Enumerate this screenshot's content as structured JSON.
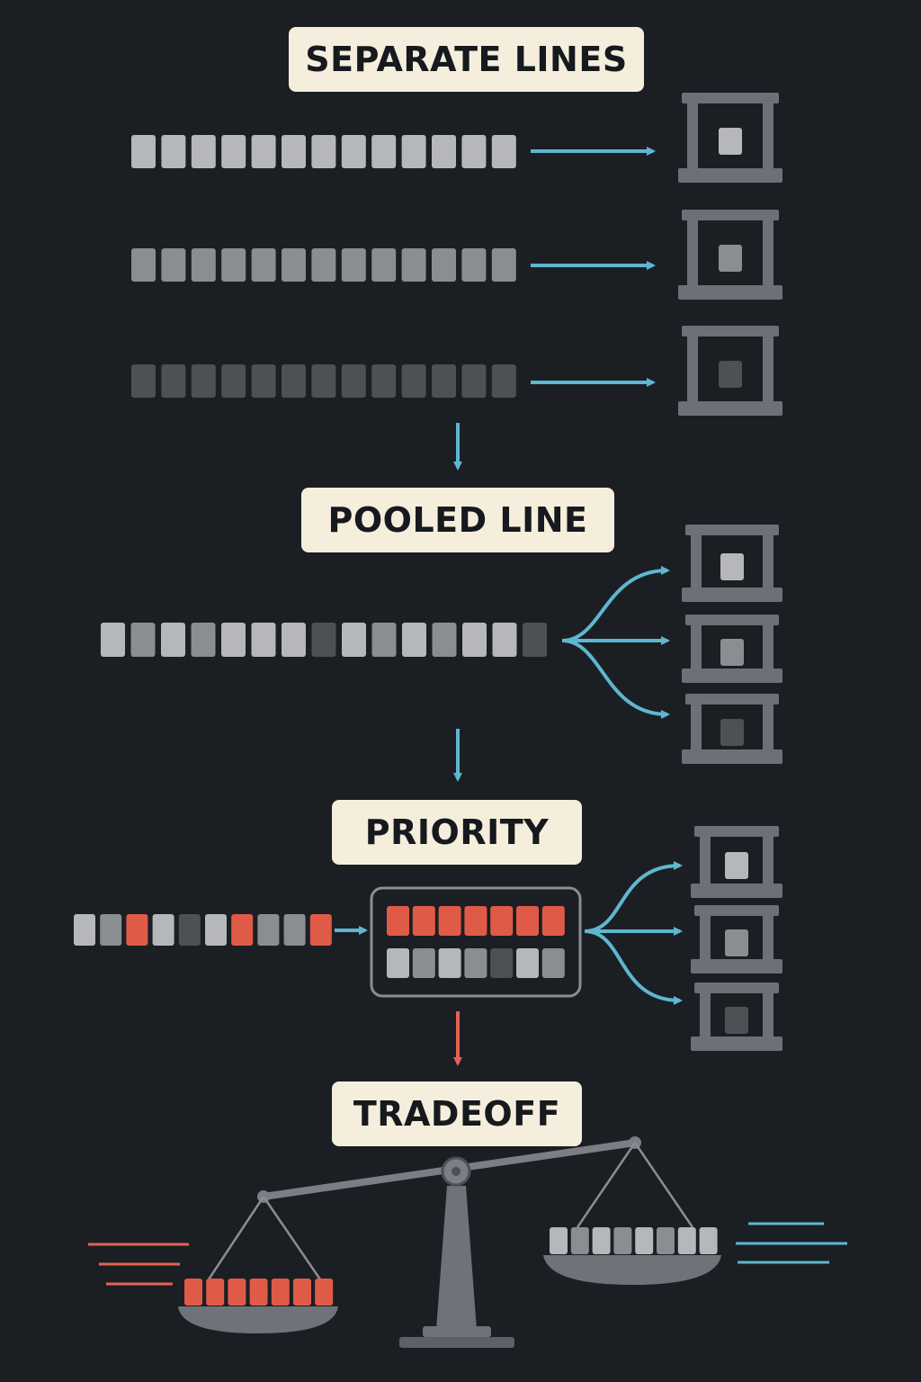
{
  "labels": {
    "separate": "SEPARATE LINES",
    "pooled": "POOLED LINE",
    "priority": "PRIORITY",
    "tradeoff": "TRADEOFF"
  },
  "colors": {
    "background": "#1b1f24",
    "label_bg": "#f5eedc",
    "arrow_blue": "#5fb6cf",
    "arrow_red": "#e36352",
    "priority_red": "#e05a48",
    "server_gray": "#6c7077",
    "customer_light": "#b5b7ba",
    "customer_mid": "#8a8d91",
    "customer_dark": "#4d5055"
  },
  "icons": [
    "arrow-right-icon",
    "arrow-down-icon",
    "branching-arrow-icon",
    "server-booth-icon",
    "balance-scale-icon",
    "speed-lines-icon"
  ]
}
